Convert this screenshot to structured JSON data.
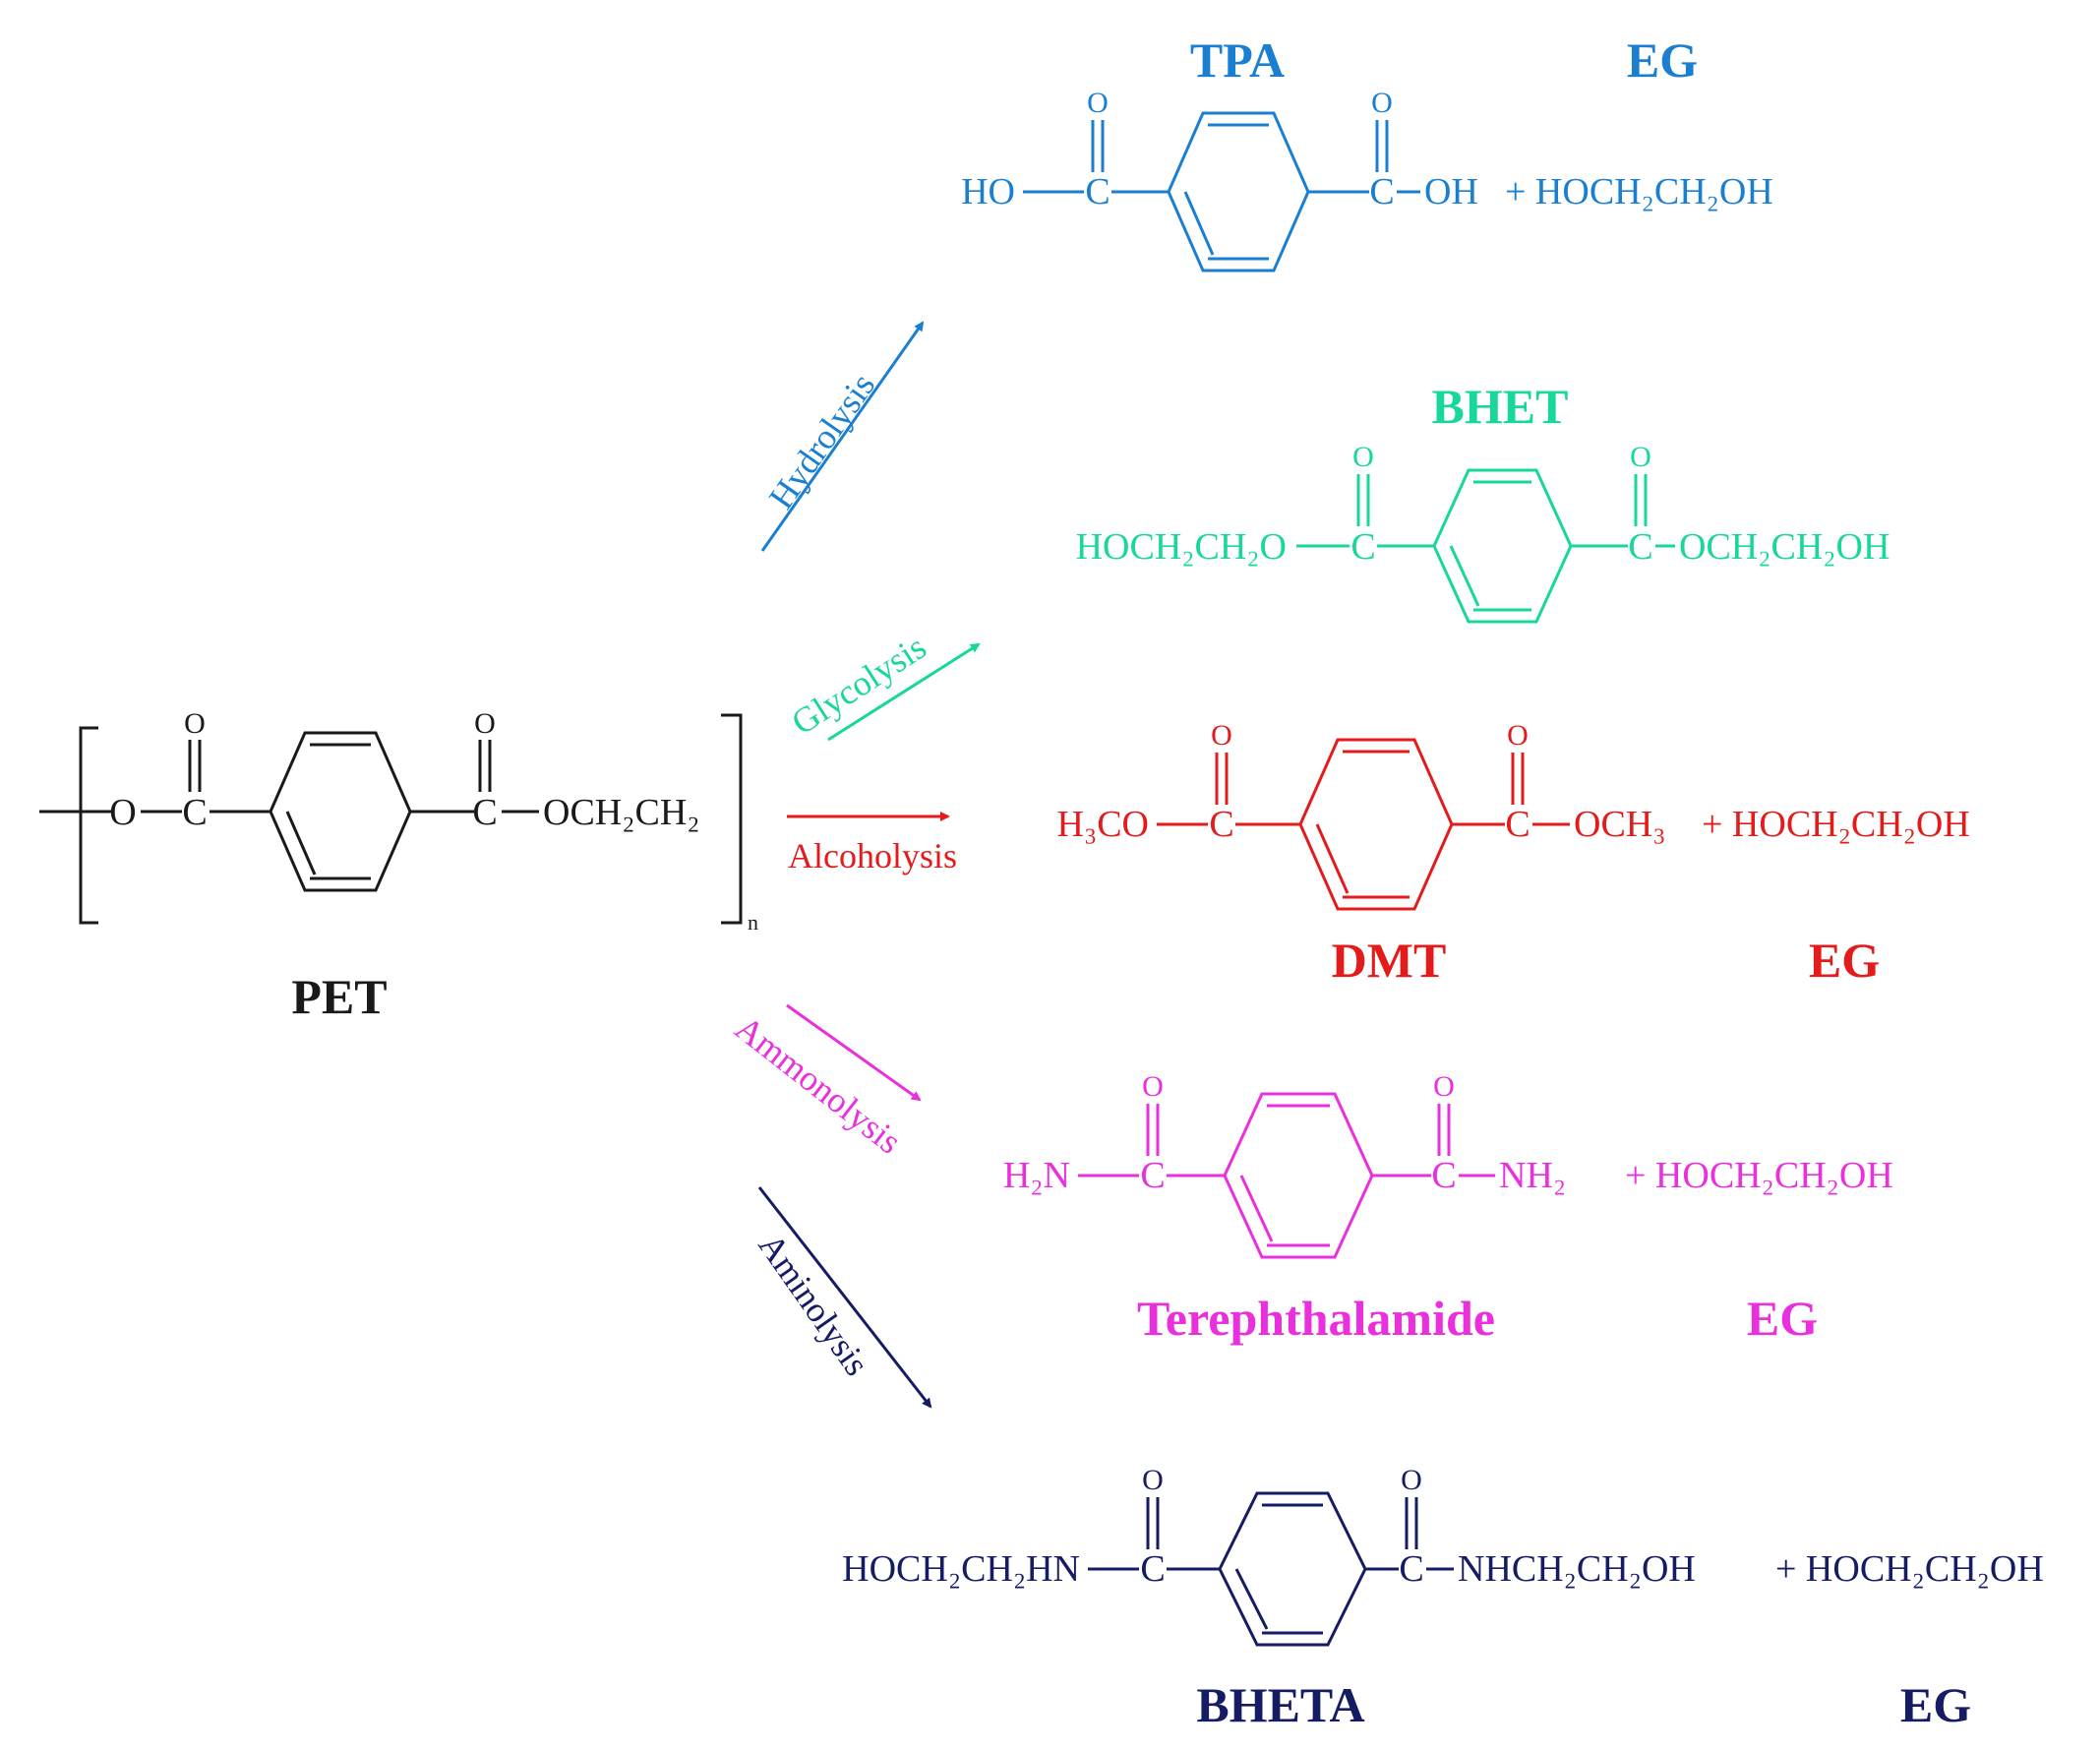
{
  "colors": {
    "pet": "#1a1a1a",
    "hydrolysis": "#1b7fd1",
    "glycolysis": "#17d79b",
    "alcoholysis": "#e41b1b",
    "ammonolysis": "#ea2fdc",
    "aminolysis": "#161c63"
  },
  "pet": {
    "name": "PET",
    "o_left": "O",
    "c_left": "C",
    "o_top_left": "O",
    "c_right": "C",
    "o_top_right": "O",
    "chain": "OCH₂CH₂",
    "subscript": "n"
  },
  "pathways": [
    {
      "key": "hydrolysis",
      "label": "Hydrolysis"
    },
    {
      "key": "glycolysis",
      "label": "Glycolysis"
    },
    {
      "key": "alcoholysis",
      "label": "Alcoholysis"
    },
    {
      "key": "ammonolysis",
      "label": "Ammonolysis"
    },
    {
      "key": "aminolysis",
      "label": "Aminolysis"
    }
  ],
  "products": {
    "tpa": {
      "name": "TPA",
      "eg_name": "EG",
      "left": "HO",
      "c_left": "C",
      "c_right": "C",
      "right": "OH",
      "o_top": "O",
      "plus_eg": "+ HOCH₂CH₂OH"
    },
    "bhet": {
      "name": "BHET",
      "left": "HOCH₂CH₂O",
      "c_left": "C",
      "c_right": "C",
      "right": "OCH₂CH₂OH",
      "o_top": "O"
    },
    "dmt": {
      "name": "DMT",
      "eg_name": "EG",
      "left": "H₃CO",
      "c_left": "C",
      "c_right": "C",
      "right": "OCH₃",
      "o_top": "O",
      "plus_eg": "+ HOCH₂CH₂OH"
    },
    "terephthalamide": {
      "name": "Terephthalamide",
      "eg_name": "EG",
      "left": "H₂N",
      "c_left": "C",
      "c_right": "C",
      "right": "NH₂",
      "o_top": "O",
      "plus_eg": "+ HOCH₂CH₂OH"
    },
    "bheta": {
      "name": "BHETA",
      "eg_name": "EG",
      "left": "HOCH₂CH₂HN",
      "c_left": "C",
      "c_right": "C",
      "right": "NHCH₂CH₂OH",
      "o_top": "O",
      "plus_eg": "+ HOCH₂CH₂OH"
    }
  }
}
